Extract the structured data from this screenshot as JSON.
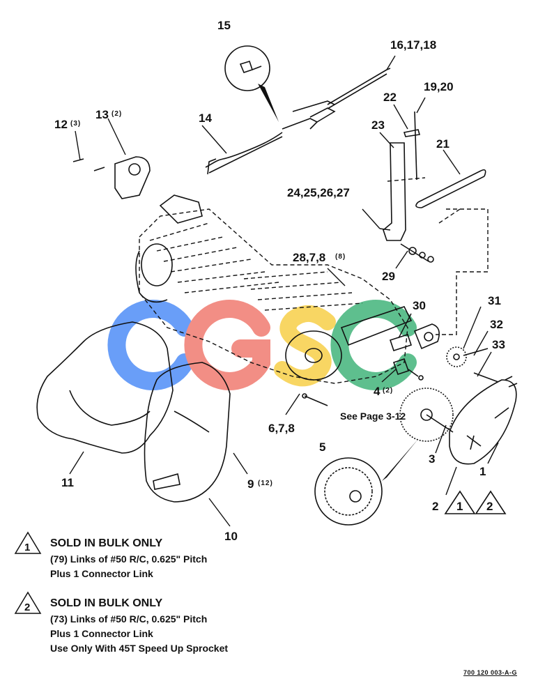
{
  "callouts": {
    "c1": "1",
    "c2": "2",
    "c3": "3",
    "c4": "4",
    "c4_qty": "(2)",
    "c5": "5",
    "c678": "6,7,8",
    "c9": "9",
    "c9_qty": "(12)",
    "c10": "10",
    "c11": "11",
    "c12": "12",
    "c12_qty": "(3)",
    "c13": "13",
    "c13_qty": "(2)",
    "c14": "14",
    "c15": "15",
    "c161718": "16,17,18",
    "c1920": "19,20",
    "c21": "21",
    "c22": "22",
    "c23": "23",
    "c24252627": "24,25,26,27",
    "c2878": "28,7,8",
    "c2878_qty": "(8)",
    "c29": "29",
    "c30": "30",
    "c31": "31",
    "c32": "32",
    "c33": "33",
    "tri1": "1",
    "tri2": "2"
  },
  "see_page": "See Page 3-12",
  "notes": [
    {
      "number": "1",
      "heading": "SOLD IN BULK ONLY",
      "lines": [
        "(79) Links of #50 R/C, 0.625\" Pitch",
        "Plus 1 Connector Link"
      ]
    },
    {
      "number": "2",
      "heading": "SOLD IN BULK ONLY",
      "lines": [
        "(73) Links of #50 R/C, 0.625\" Pitch",
        "Plus 1 Connector Link",
        "Use Only With 45T Speed Up Sprocket"
      ]
    }
  ],
  "drawing_number": "700 120 003-A-G",
  "watermark": {
    "letters": [
      "C",
      "G",
      "S",
      "C"
    ],
    "colors": [
      "#4f8ef7",
      "#f07b70",
      "#f7cf48",
      "#43b47b"
    ]
  }
}
